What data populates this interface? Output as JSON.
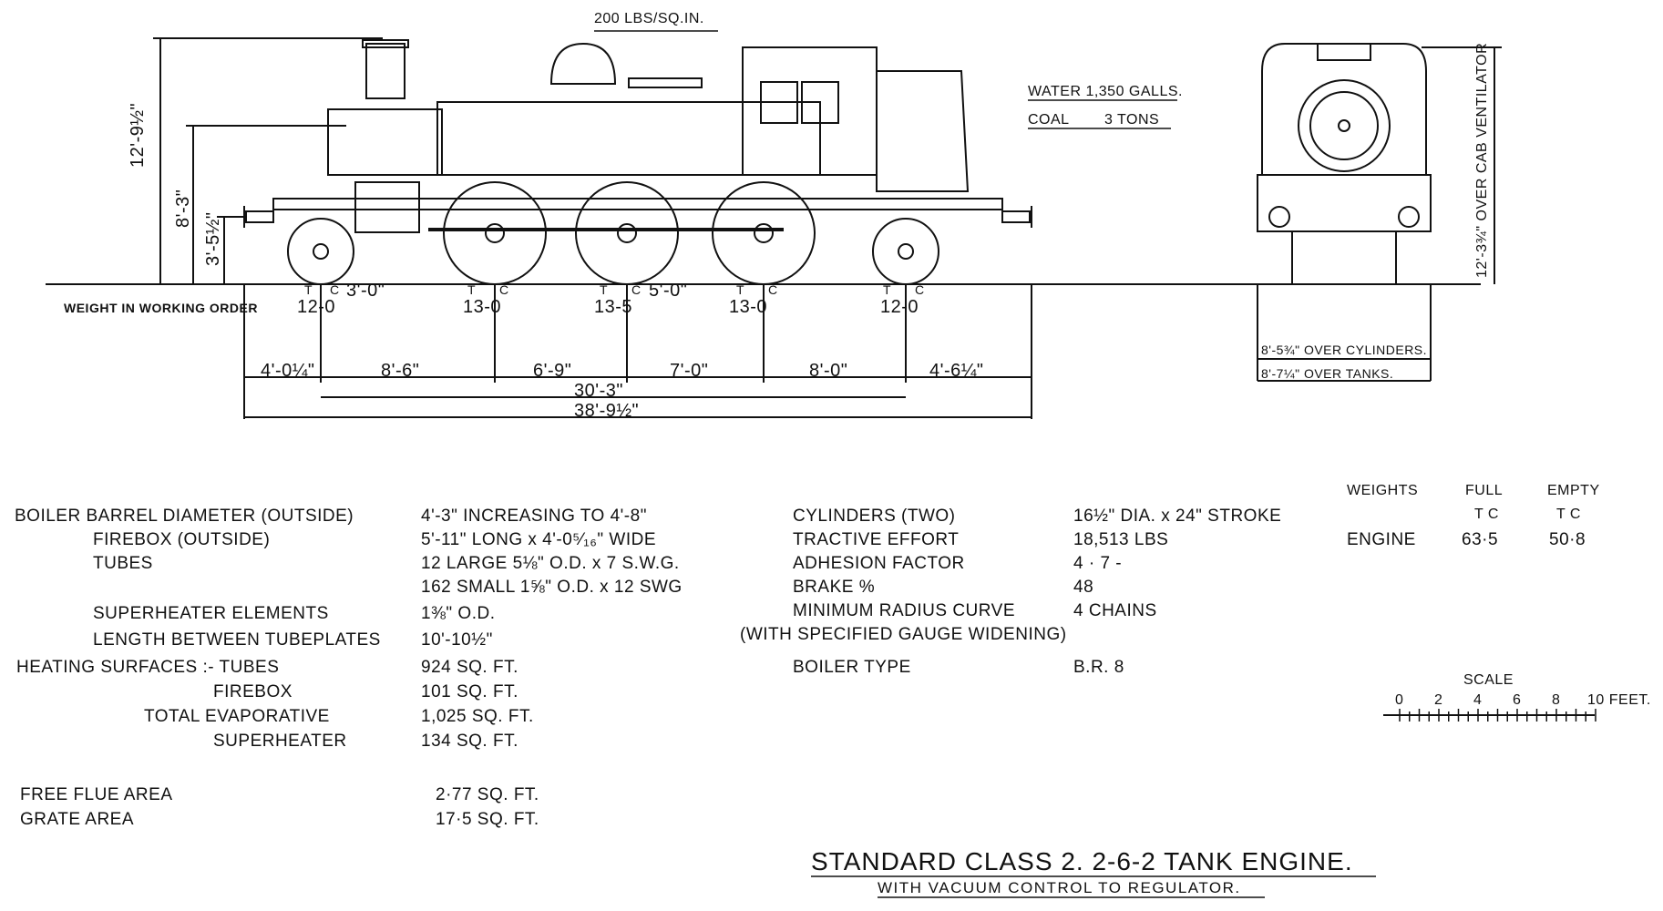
{
  "header": {
    "pressure": "200 LBS/SQ.IN."
  },
  "tank_capacity": {
    "water": "WATER 1,350 GALLS.",
    "coal_label": "COAL",
    "coal_value": "3 TONS"
  },
  "heights": {
    "chimney": "12'-9½\"",
    "boiler_centre": "8'-3\"",
    "buffer": "3'-5½\"",
    "cab_ventilator": "12'-3¾\" OVER CAB VENTILATOR"
  },
  "widths": {
    "over_cylinders": "8'-5¾\" OVER CYLINDERS.",
    "over_tanks": "8'-7¼\" OVER TANKS."
  },
  "weights_row": {
    "label": "WEIGHT IN WORKING ORDER",
    "tc": [
      "T",
      "C",
      "T",
      "C",
      "T",
      "C",
      "T",
      "C",
      "T",
      "C"
    ],
    "axles": [
      "12-0",
      "13-0",
      "13-5",
      "13-0",
      "12-0"
    ]
  },
  "wheel_dia": {
    "pony": "3'-0\"",
    "driving": "5'-0\""
  },
  "dimensions": {
    "segments": [
      "4'-0¼\"",
      "8'-6\"",
      "6'-9\"",
      "7'-0\"",
      "8'-0\"",
      "4'-6¼\""
    ],
    "wheelbase": "30'-3\"",
    "overall": "38'-9½\""
  },
  "specs_left": [
    {
      "label": "BOILER  BARREL  DIAMETER  (OUTSIDE)",
      "value": "4'-3\"  INCREASING  TO  4'-8\""
    },
    {
      "label": "FIREBOX  (OUTSIDE)",
      "value": "5'-11\"  LONG  x  4'-0⁵⁄₁₆\"  WIDE"
    },
    {
      "label": "TUBES",
      "value": "12  LARGE  5⅛\"  O.D.  x  7  S.W.G."
    },
    {
      "label": "",
      "value": "162  SMALL  1⅝\"  O.D.  x  12  SWG"
    },
    {
      "label": "SUPERHEATER  ELEMENTS",
      "value": "1⅜\"  O.D."
    },
    {
      "label": "LENGTH  BETWEEN  TUBEPLATES",
      "value": "10'-10½\""
    },
    {
      "label": "HEATING  SURFACES :-  TUBES",
      "value": "924  SQ.  FT."
    },
    {
      "label": "FIREBOX",
      "value": "101  SQ.  FT."
    },
    {
      "label": "TOTAL  EVAPORATIVE",
      "value": "1,025  SQ.  FT."
    },
    {
      "label": "SUPERHEATER",
      "value": "134  SQ.  FT."
    },
    {
      "label": "FREE  FLUE  AREA",
      "value": "2·77  SQ.  FT."
    },
    {
      "label": "GRATE  AREA",
      "value": "17·5  SQ.  FT."
    }
  ],
  "specs_mid": [
    {
      "label": "CYLINDERS  (TWO)",
      "value": "16½\"  DIA.  x  24\"  STROKE"
    },
    {
      "label": "TRACTIVE  EFFORT",
      "value": "18,513  LBS"
    },
    {
      "label": "ADHESION  FACTOR",
      "value": "4 · 7 -"
    },
    {
      "label": "BRAKE  %",
      "value": "48"
    },
    {
      "label": "MINIMUM  RADIUS  CURVE",
      "value": "4  CHAINS"
    },
    {
      "label": "(WITH  SPECIFIED  GAUGE  WIDENING)",
      "value": ""
    },
    {
      "label": "BOILER  TYPE",
      "value": "B.R. 8"
    }
  ],
  "weights_table": {
    "header": [
      "WEIGHTS",
      "FULL",
      "EMPTY"
    ],
    "units": [
      "T  C",
      "T  C"
    ],
    "row": [
      "ENGINE",
      "63·5",
      "50·8"
    ]
  },
  "scale": {
    "title": "SCALE",
    "ticks": [
      "0",
      "2",
      "4",
      "6",
      "8",
      "10 FEET."
    ]
  },
  "title": {
    "main": "STANDARD  CLASS  2.   2-6-2  TANK  ENGINE.",
    "sub": "WITH  VACUUM  CONTROL  TO  REGULATOR."
  }
}
